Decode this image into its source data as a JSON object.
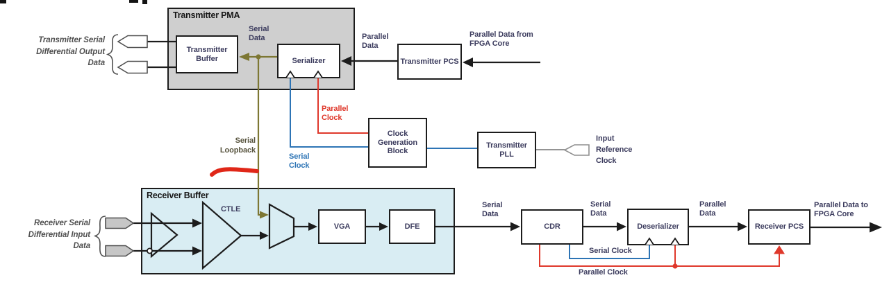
{
  "colors": {
    "pma_fill": "#cfcfcf",
    "rx_buffer_fill": "#d9edf3",
    "box_border": "#1c1c1c",
    "line_black": "#1c1c1c",
    "loopback_olive": "#7d7733",
    "serial_clock_blue": "#2d74b5",
    "parallel_clock_red": "#df382b",
    "ref_clock_gray": "#949494",
    "label_navy": "#3c3c5e",
    "italic_gray": "#4f4f4f",
    "loopback_text": "#57533d",
    "underline_red": "#e02718"
  },
  "tx": {
    "pma_title": "Transmitter PMA",
    "buffer": "Transmitter Buffer",
    "serializer": "Serializer",
    "pcs": "Transmitter PCS",
    "serial_data": "Serial Data",
    "parallel_data": "Parallel Data",
    "parallel_data_from_fpga": "Parallel Data from FPGA Core",
    "diff_output": "Transmitter Serial Differential Output Data"
  },
  "clk": {
    "parallel_clock": "Parallel Clock",
    "serial_clock": "Serial Clock",
    "clock_generation_block": "Clock Generation Block",
    "transmitter_pll": "Transmitter PLL",
    "input_reference_clock": "Input Reference Clock",
    "serial_loopback": "Serial Loopback"
  },
  "rx": {
    "buffer_title": "Receiver Buffer",
    "diff_input": "Receiver Serial Differential Input Data",
    "ctle": "CTLE",
    "vga": "VGA",
    "dfe": "DFE",
    "serial_data_out": "Serial Data",
    "cdr": "CDR",
    "serial_data_cdr": "Serial Data",
    "deserializer": "Deserializer",
    "parallel_data": "Parallel Data",
    "pcs": "Receiver PCS",
    "parallel_data_to_fpga": "Parallel Data to FPGA Core",
    "serial_clock": "Serial Clock",
    "parallel_clock": "Parallel Clock"
  }
}
